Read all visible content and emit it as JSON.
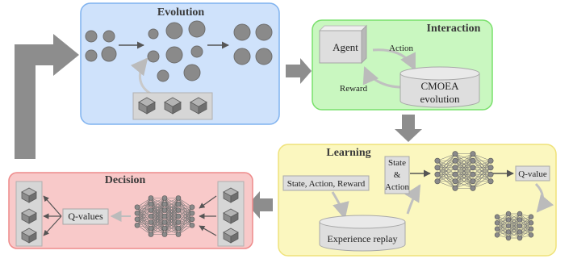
{
  "panels": {
    "evolution": {
      "title": "Evolution"
    },
    "interaction": {
      "title": "Interaction",
      "agent": "Agent",
      "action": "Action",
      "reward": "Reward",
      "cmoea_line1": "CMOEA",
      "cmoea_line2": "evolution"
    },
    "learning": {
      "title": "Learning",
      "sar": "State, Action, Reward",
      "state_line1": "State",
      "state_line2": "&",
      "state_line3": "Action",
      "qvalue": "Q-value",
      "replay": "Experience replay"
    },
    "decision": {
      "title": "Decision",
      "qvalues": "Q-values"
    }
  },
  "colors": {
    "evolution_fill": "#cfe2fb",
    "evolution_stroke": "#7fb2ef",
    "interaction_fill": "#c9f7c0",
    "interaction_stroke": "#79e06b",
    "learning_fill": "#fbf7bf",
    "learning_stroke": "#efe27a",
    "decision_fill": "#f8c9c9",
    "decision_stroke": "#ee8a8a",
    "arrow_gray": "#8d8d8d",
    "node_gray": "#8a8a8a"
  }
}
